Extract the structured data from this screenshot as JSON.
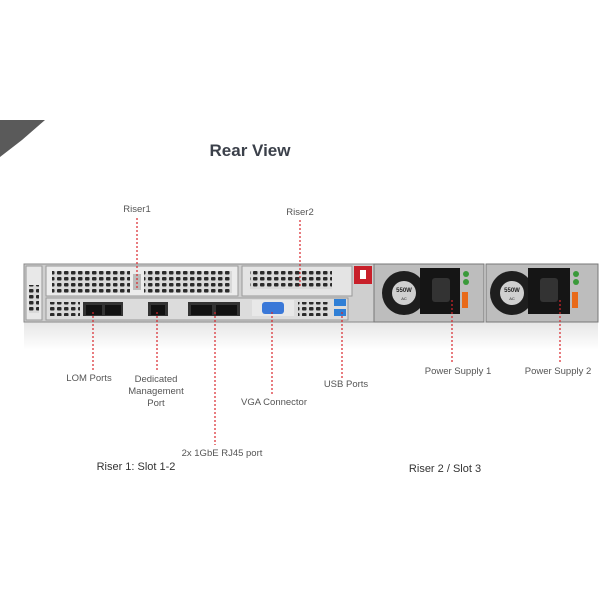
{
  "title": "Rear View",
  "colors": {
    "callout_line": "#d8262b",
    "title": "#3b404a",
    "accent_tab": "#c8202a",
    "usb": "#2f7fd6",
    "vga": "#3a78d8"
  },
  "callouts": {
    "riser1": "Riser1",
    "riser2": "Riser2",
    "lom_ports": "LOM Ports",
    "dedicated_mgmt": [
      "Dedicated",
      "Management",
      "Port"
    ],
    "vga": "VGA Connector",
    "usb": "USB Ports",
    "psu1": "Power Supply 1",
    "psu2": "Power Supply 2",
    "rj45": "2x 1GbE RJ45 port"
  },
  "sections": {
    "riser1_slots": "Riser 1: Slot 1-2",
    "riser2_slots": "Riser 2 / Slot 3"
  },
  "psu_rating": {
    "watts": "550W",
    "type": "AC"
  }
}
